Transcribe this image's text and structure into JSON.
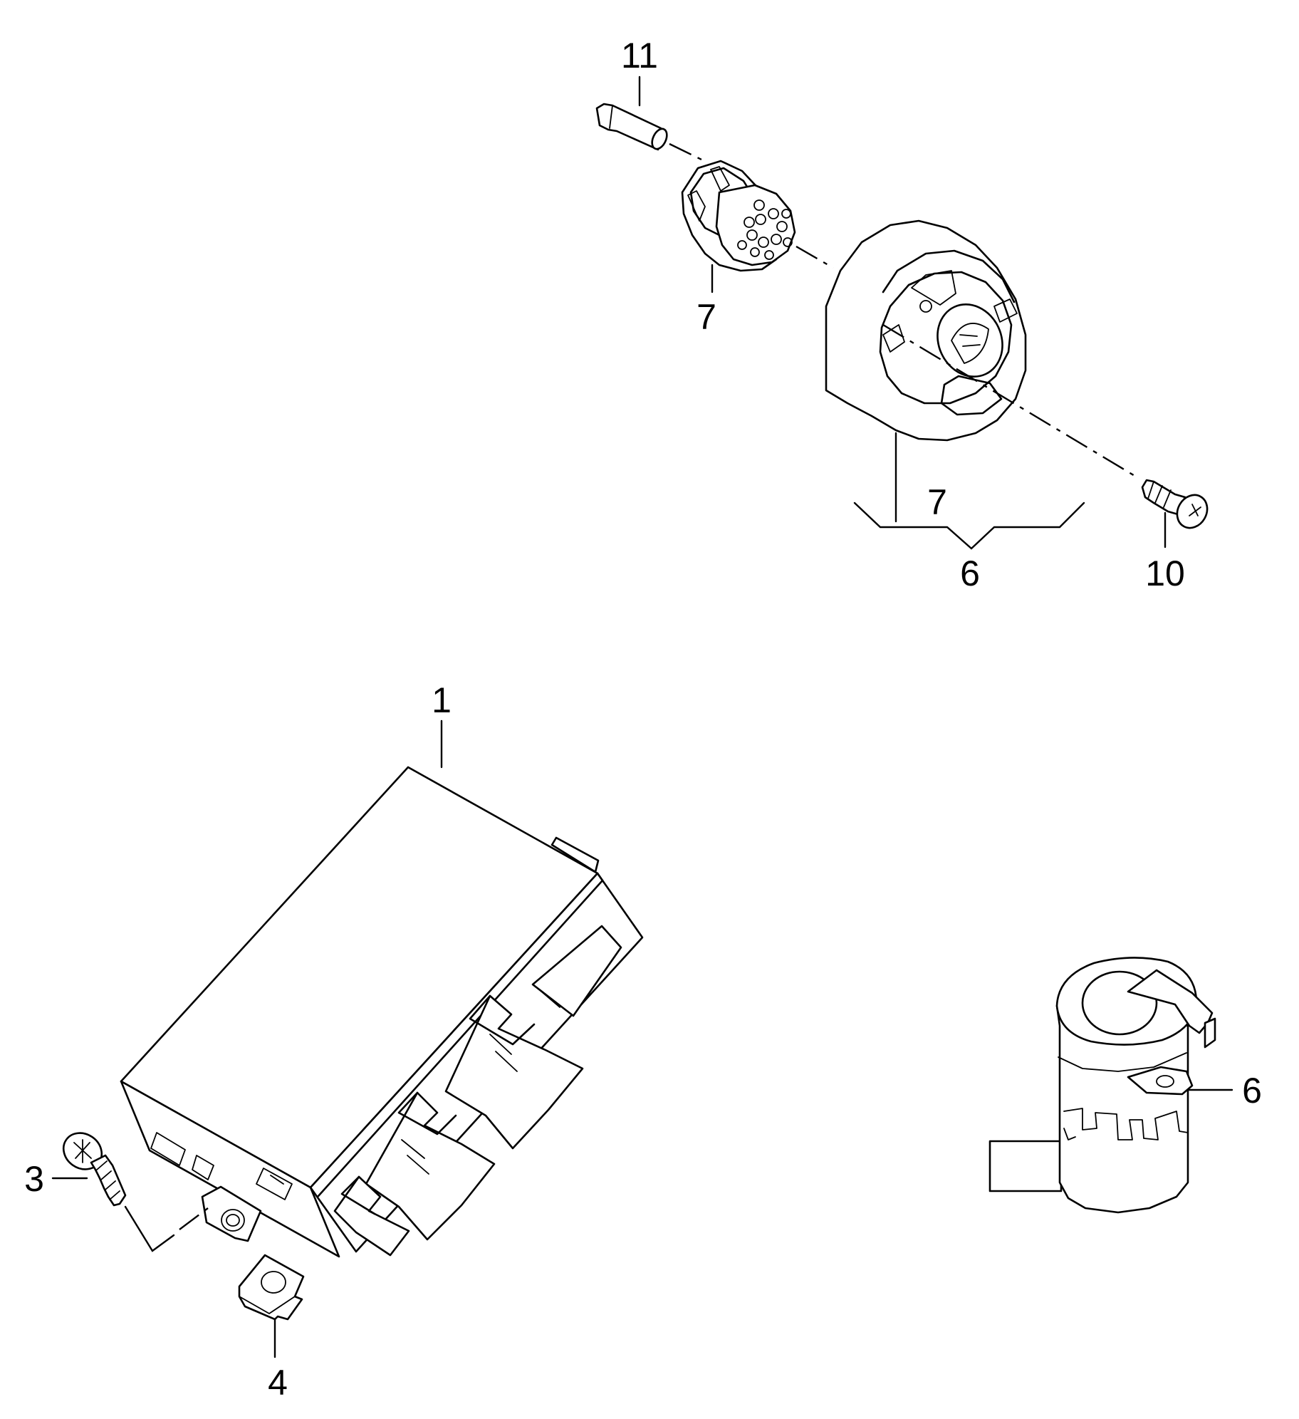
{
  "callouts": {
    "c11": "11",
    "c7_plug": "7",
    "c7_socket": "7",
    "c6_bracket": "6",
    "c10": "10",
    "c1": "1",
    "c3": "3",
    "c4": "4",
    "c6_socket": "6"
  }
}
